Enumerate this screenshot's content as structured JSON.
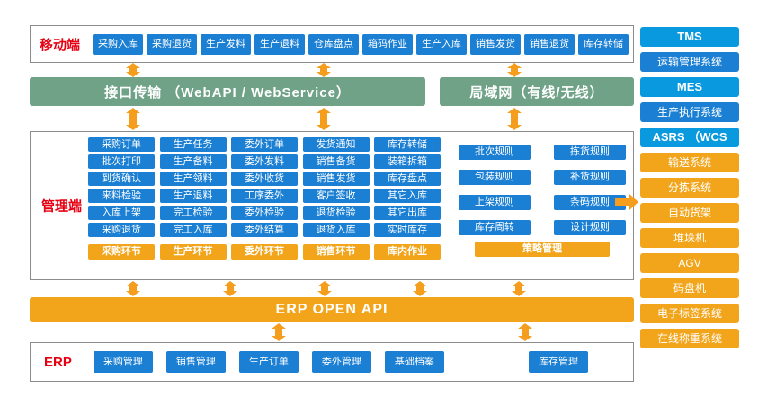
{
  "colors": {
    "blue": "#1B7FD4",
    "header_blue": "#0999DE",
    "green": "#6FA287",
    "orange": "#F2A51B",
    "arrow_orange": "#F59E1E",
    "red": "#E60012",
    "border": "#8C8C8C"
  },
  "mobile": {
    "label": "移动端",
    "items": [
      "采购入库",
      "采购退货",
      "生产发料",
      "生产退料",
      "仓库盘点",
      "箱码作业",
      "生产入库",
      "销售发货",
      "销售退货",
      "库存转储"
    ]
  },
  "transport": {
    "api_bar": "接口传输 （WebAPI / WebService）",
    "lan_bar": "局域网（有线/无线）"
  },
  "management": {
    "label": "管理端",
    "columns": [
      {
        "items": [
          "采购订单",
          "批次打印",
          "到货确认",
          "来料检验",
          "入库上架",
          "采购退货"
        ],
        "footer": "采购环节"
      },
      {
        "items": [
          "生产任务",
          "生产备料",
          "生产领料",
          "生产退料",
          "完工检验",
          "完工入库"
        ],
        "footer": "生产环节"
      },
      {
        "items": [
          "委外订单",
          "委外发料",
          "委外收货",
          "工序委外",
          "委外检验",
          "委外结算"
        ],
        "footer": "委外环节"
      },
      {
        "items": [
          "发货通知",
          "销售备货",
          "销售发货",
          "客户签收",
          "退货检验",
          "退货入库"
        ],
        "footer": "销售环节"
      },
      {
        "items": [
          "库存转储",
          "装箱拆箱",
          "库存盘点",
          "其它入库",
          "其它出库",
          "实时库存"
        ],
        "footer": "库内作业"
      }
    ],
    "strategy": {
      "items": [
        "批次规则",
        "拣货规则",
        "包装规则",
        "补货规则",
        "上架规则",
        "条码规则",
        "库存周转",
        "设计规则"
      ],
      "footer": "策略管理"
    }
  },
  "erp_api_bar": "ERP  OPEN API",
  "erp": {
    "label": "ERP",
    "items": [
      "采购管理",
      "销售管理",
      "生产订单",
      "委外管理",
      "基础档案"
    ],
    "inventory": "库存管理"
  },
  "sidebar": {
    "groups": [
      {
        "header": "TMS",
        "item": "运输管理系统"
      },
      {
        "header": "MES",
        "item": "生产执行系统"
      },
      {
        "header": "ASRS （WCS",
        "item": ""
      }
    ],
    "devices": [
      "输送系统",
      "分拣系统",
      "自动货架",
      "堆垛机",
      "AGV",
      "码盘机",
      "电子标签系统",
      "在线称重系统"
    ]
  }
}
